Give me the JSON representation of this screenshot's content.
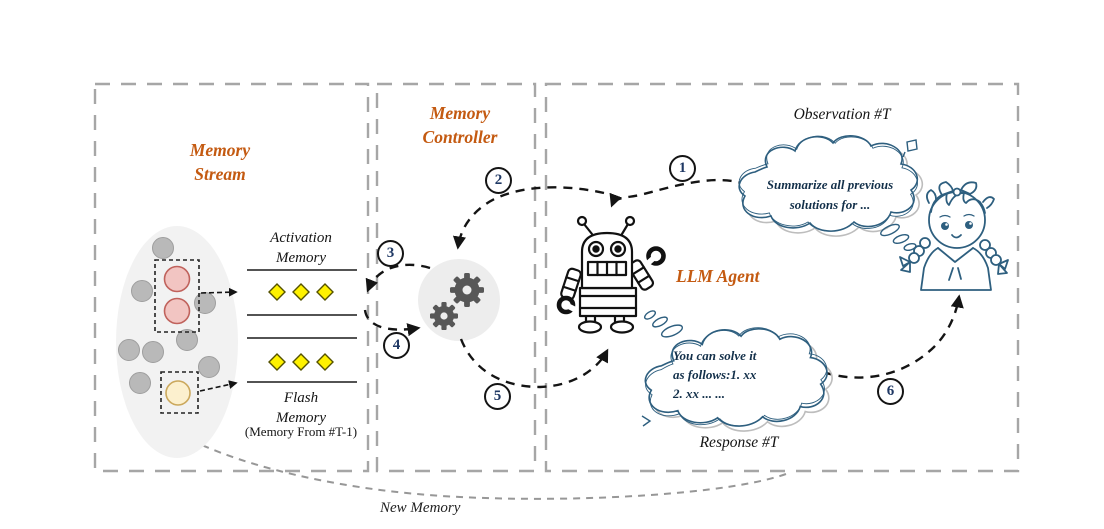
{
  "figure": {
    "panels": {
      "memory_stream": {
        "title": [
          "Memory",
          "Stream"
        ]
      },
      "memory_controller": {
        "title": [
          "Memory",
          "Controller"
        ]
      },
      "llm_agent_label": "LLM Agent"
    },
    "memory_stream_table": {
      "activation_title": [
        "Activation",
        "Memory"
      ],
      "flash_title": [
        "Flash",
        "Memory"
      ],
      "flash_subtitle": "(Memory From #T-1)"
    },
    "agent_io": {
      "observation_label": "Observation #T",
      "response_label": "Response #T",
      "observation_bubble": [
        "Summarize all previous",
        "solutions for ..."
      ],
      "response_bubble": [
        "You can solve it",
        "as follows:1. xx",
        "2. xx ... ..."
      ]
    },
    "flow": {
      "new_memory_label": "New Memory",
      "steps": [
        "1",
        "2",
        "3",
        "4",
        "5",
        "6"
      ]
    },
    "colors": {
      "accent_orange": "#C45A11",
      "sketch_blue": "#2E5F7F",
      "frame_gray": "#A6A6A6",
      "diamond_yellow": "#FFF200",
      "step_number_blue": "#1F3864"
    }
  }
}
